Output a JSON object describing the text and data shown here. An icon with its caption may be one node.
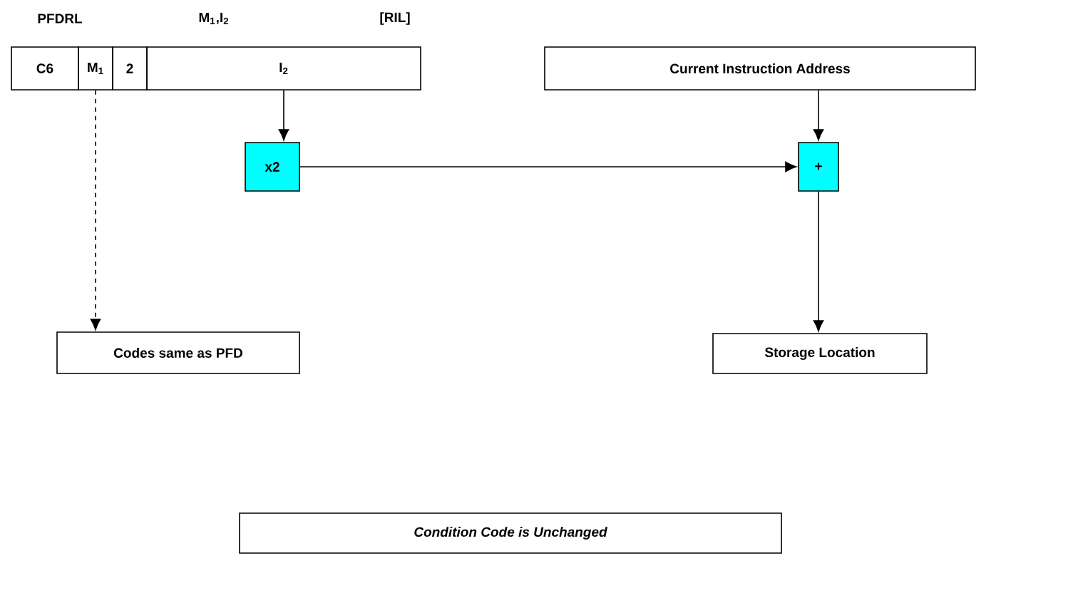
{
  "diagram": {
    "nodes": [
      {
        "text": [
          "C6"
        ]
      },
      {
        "text": [
          "M$_{1}$"
        ]
      },
      {
        "text": [
          "2"
        ]
      },
      {
        "text": [
          "I$_{2}$"
        ]
      },
      {
        "text": [
          "x2"
        ]
      },
      {
        "text": [
          "Current Instruction Address"
        ]
      },
      {
        "text": [
          "+"
        ]
      },
      {
        "text": [
          "Codes same as PFD"
        ]
      },
      {
        "text": [
          "Storage Location"
        ]
      },
      {
        "text": [
          "Condition Code is Unchanged"
        ]
      }
    ],
    "edges": [
      {
        "from": 3,
        "to": 4,
        "arrow": "to"
      },
      {
        "from": 4,
        "to": 6,
        "arrow": "to"
      },
      {
        "from": 5,
        "to": 6,
        "arrow": "to"
      },
      {
        "from": 6,
        "to": 8,
        "arrow": "to"
      },
      {
        "from": 1,
        "to": 7,
        "arrow": "to",
        "style": "dashed"
      }
    ],
    "labels": [
      "PFDRL",
      "M$_{1}$,I$_{2}$",
      "[RIL]"
    ]
  }
}
